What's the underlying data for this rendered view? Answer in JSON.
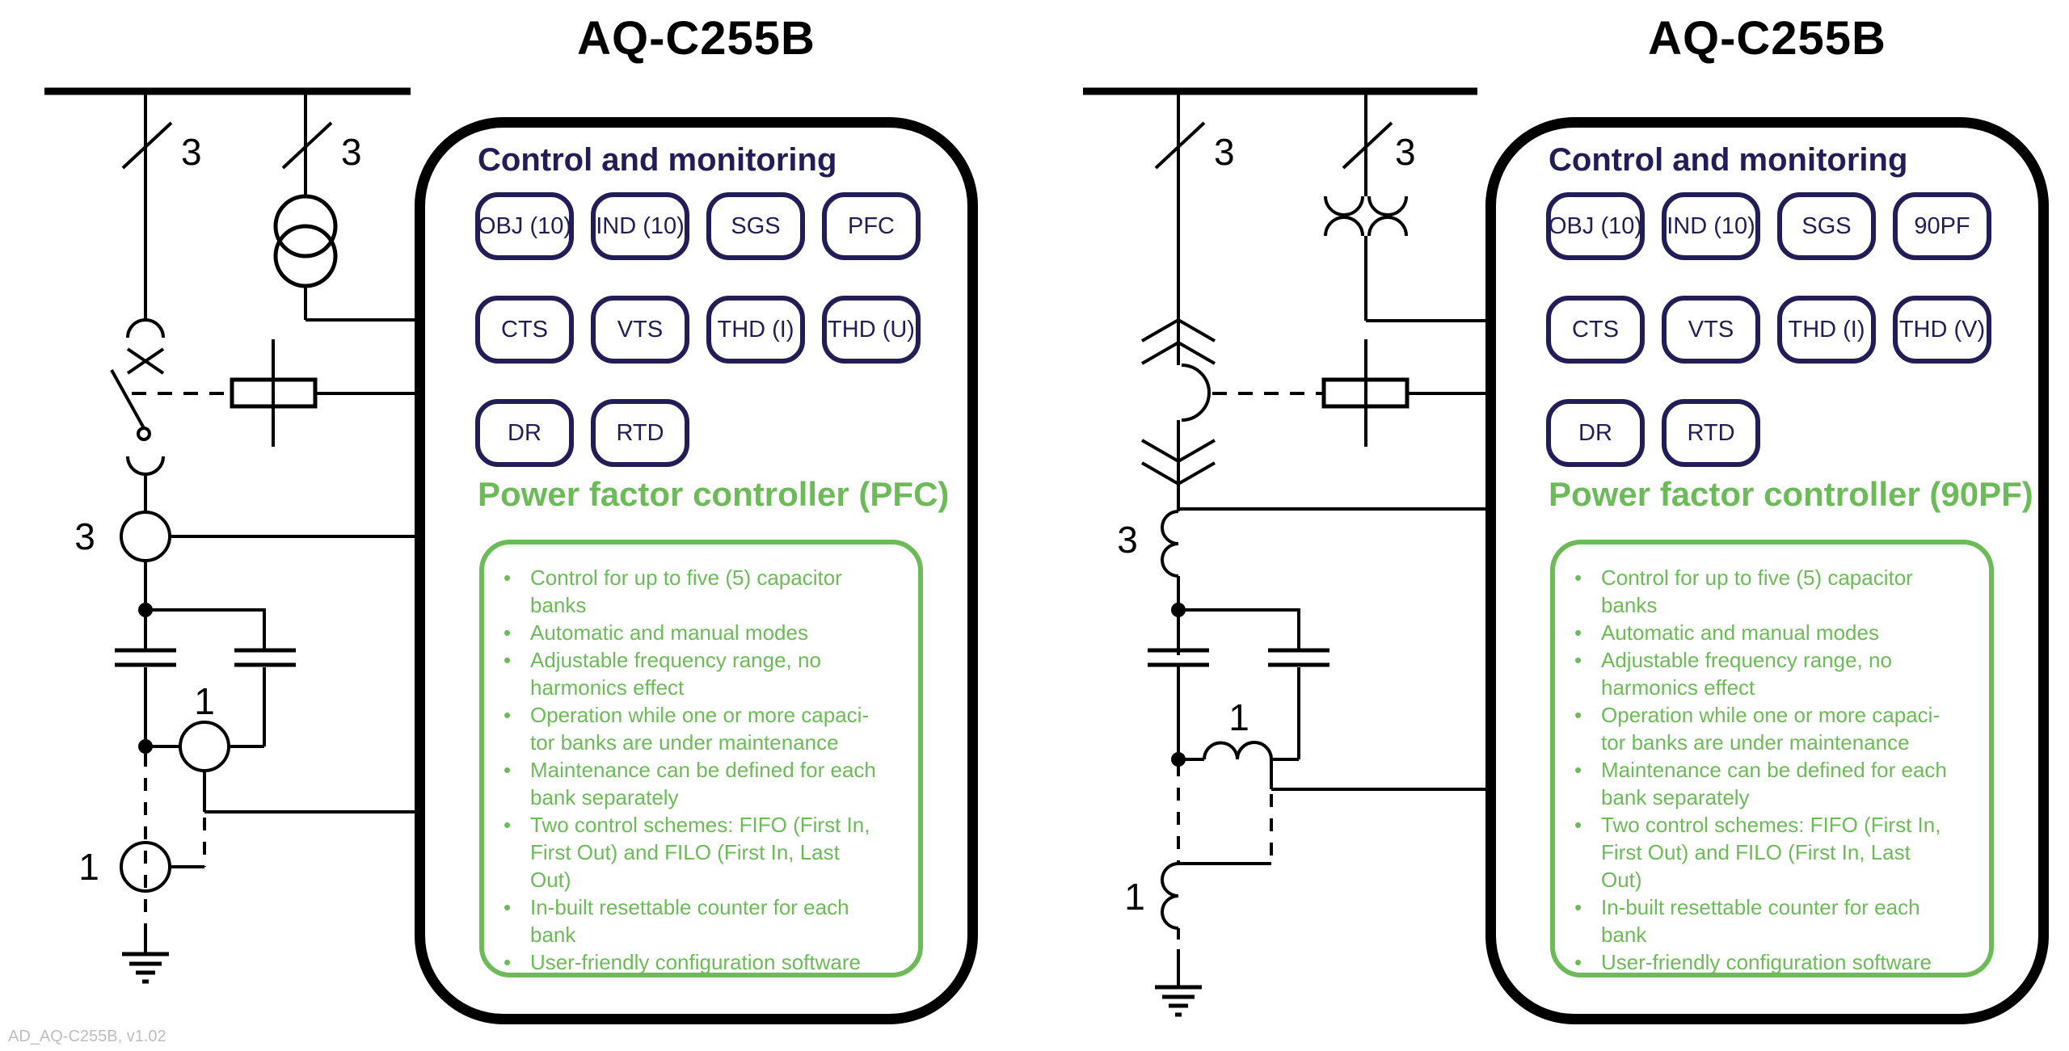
{
  "colors": {
    "navy": "#221d57",
    "green": "#6cba58",
    "line": "#000000",
    "footer_gray": "#bdbdbd"
  },
  "shared": {
    "bullet_char": "•",
    "bullets": [
      {
        "lines": [
          "Control for up to five (5) capacitor",
          "banks"
        ]
      },
      {
        "lines": [
          "Automatic and manual modes"
        ]
      },
      {
        "lines": [
          "Adjustable frequency range, no",
          "harmonics effect"
        ]
      },
      {
        "lines": [
          "Operation while one or more capaci-",
          "tor banks are under maintenance"
        ]
      },
      {
        "lines": [
          "Maintenance can be defined for each",
          "bank separately"
        ]
      },
      {
        "lines": [
          "Two control schemes: FIFO (First In,",
          "First Out) and FILO (First In, Last",
          "Out)"
        ]
      },
      {
        "lines": [
          "In-built resettable counter for each",
          "bank"
        ]
      },
      {
        "lines": [
          "User-friendly configuration software"
        ]
      }
    ]
  },
  "left": {
    "title": "AQ-C255B",
    "section_title": "Control and monitoring",
    "badges": [
      "OBJ (10)",
      "IND (10)",
      "SGS",
      "PFC",
      "CTS",
      "VTS",
      "THD (I)",
      "THD (U)",
      "DR",
      "RTD"
    ],
    "pfc_title": "Power factor controller (PFC)"
  },
  "right": {
    "title": "AQ-C255B",
    "section_title": "Control and monitoring",
    "badges": [
      "OBJ (10)",
      "IND (10)",
      "SGS",
      "90PF",
      "CTS",
      "VTS",
      "THD (I)",
      "THD (V)",
      "DR",
      "RTD"
    ],
    "pfc_title": "Power factor controller (90PF)"
  },
  "left_diagram": {
    "labels": {
      "feeder1": "3",
      "feeder2": "3",
      "meter": "3",
      "branch": "1",
      "tail": "1"
    }
  },
  "right_diagram": {
    "labels": {
      "feeder1": "3",
      "feeder2": "3",
      "meter": "3",
      "branch": "1",
      "tail": "1"
    }
  },
  "footer_note": "AD_AQ-C255B, v1.02"
}
